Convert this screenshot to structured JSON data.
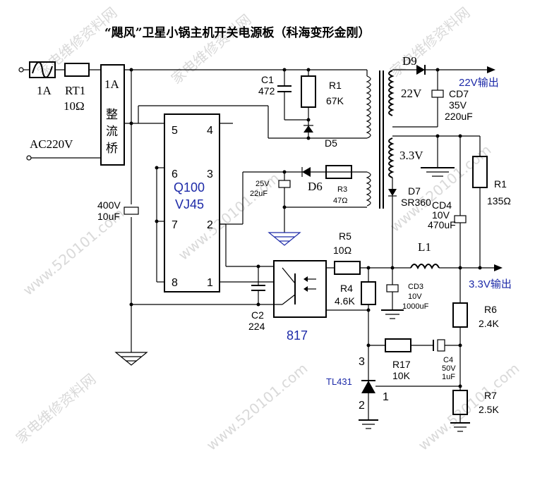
{
  "title": "“飓风”卫星小锅主机开关电源板（科海变形金刚）",
  "watermark": {
    "site_cn": "家电维修资料网",
    "site_url": "www.520101.com"
  },
  "labels": {
    "fuse": "1A",
    "rt1_name": "RT1",
    "rt1_value": "10Ω",
    "ac_input": "AC220V",
    "bridge_rating": "1A",
    "bridge_c1": "整",
    "bridge_c2": "流",
    "bridge_c3": "桥",
    "bulk_cap_v": "400V",
    "bulk_cap_c": "10uF",
    "ic_name": "Q100",
    "ic_model": "VJ45",
    "ic_pin1": "1",
    "ic_pin2": "2",
    "ic_pin3": "3",
    "ic_pin4": "4",
    "ic_pin5": "5",
    "ic_pin6": "6",
    "ic_pin7": "7",
    "ic_pin8": "8",
    "c1_name": "C1",
    "c1_value": "472",
    "r1a_name": "R1",
    "r1a_value": "67K",
    "d5_name": "D5",
    "d6_name": "D6",
    "aux_cap_v": "25V",
    "aux_cap_c": "22uF",
    "r3_name": "R3",
    "r3_value": "47Ω",
    "d9_name": "D9",
    "v22_winding": "22V",
    "cd7_name": "CD7",
    "cd7_v": "35V",
    "cd7_c": "220uF",
    "out22": "22V输出",
    "v33_winding": "3.3V",
    "d7_name": "D7",
    "d7_model": "SR360",
    "cd4_name": "CD4",
    "cd4_v": "10V",
    "cd4_c": "470uF",
    "r1b_name": "R1",
    "r1b_value": "135Ω",
    "l1_name": "L1",
    "out33": "3.3V输出",
    "r5_name": "R5",
    "r5_value": "10Ω",
    "r4_name": "R4",
    "r4_value": "4.6K",
    "cd3_name": "CD3",
    "cd3_v": "10V",
    "cd3_c": "1000uF",
    "c2_name": "C2",
    "c2_value": "224",
    "optocoupler": "817",
    "r6_name": "R6",
    "r6_value": "2.4K",
    "c4_name": "C4",
    "c4_v": "50V",
    "c4_c": "1uF",
    "r17_name": "R17",
    "r17_value": "10K",
    "tl431_name": "TL431",
    "tl431_pin1": "1",
    "tl431_pin2": "2",
    "tl431_pin3": "3",
    "r7_name": "R7",
    "r7_value": "2.5K"
  }
}
